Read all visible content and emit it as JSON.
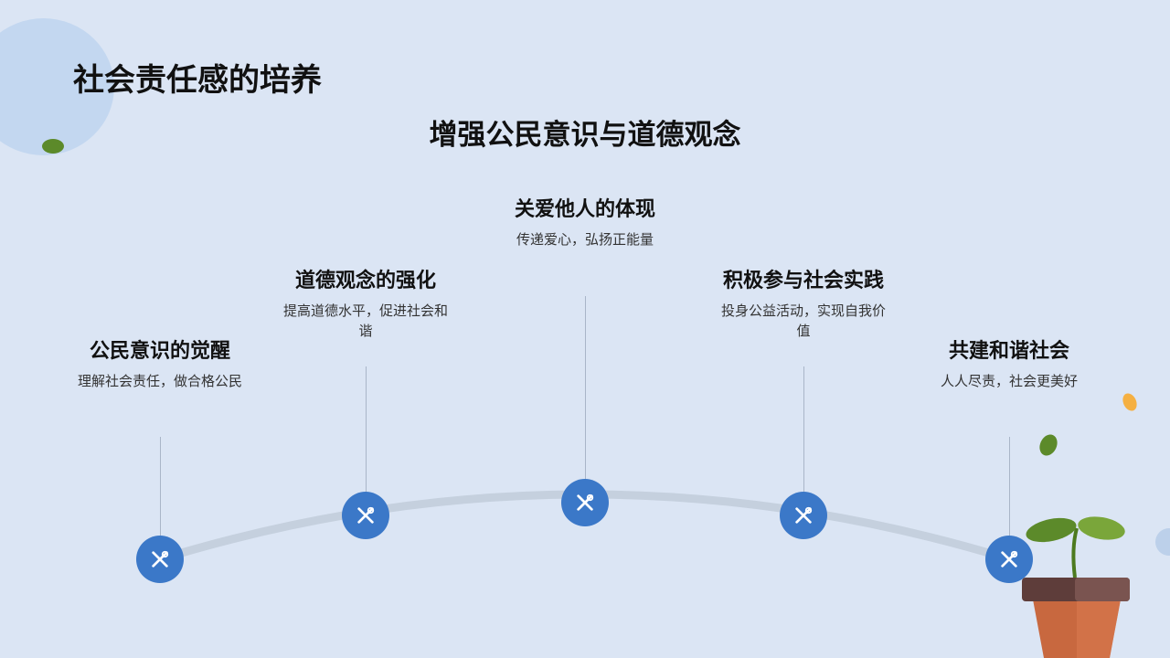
{
  "slide": {
    "title": "社会责任感的培养",
    "subtitle": "增强公民意识与道德观念"
  },
  "milestones": [
    {
      "title": "公民意识的觉醒",
      "desc": "理解社会责任，做合格公民",
      "icon": "tools-icon"
    },
    {
      "title": "道德观念的强化",
      "desc": "提高道德水平，促进社会和谐",
      "icon": "tools-icon"
    },
    {
      "title": "关爱他人的体现",
      "desc": "传递爱心，弘扬正能量",
      "icon": "tools-icon"
    },
    {
      "title": "积极参与社会实践",
      "desc": "投身公益活动，实现自我价值",
      "icon": "tools-icon"
    },
    {
      "title": "共建和谐社会",
      "desc": "人人尽责，社会更美好",
      "icon": "tools-icon"
    }
  ],
  "colors": {
    "background": "#dbe5f4",
    "node": "#3b78c8",
    "arc": "#c5d0de"
  }
}
